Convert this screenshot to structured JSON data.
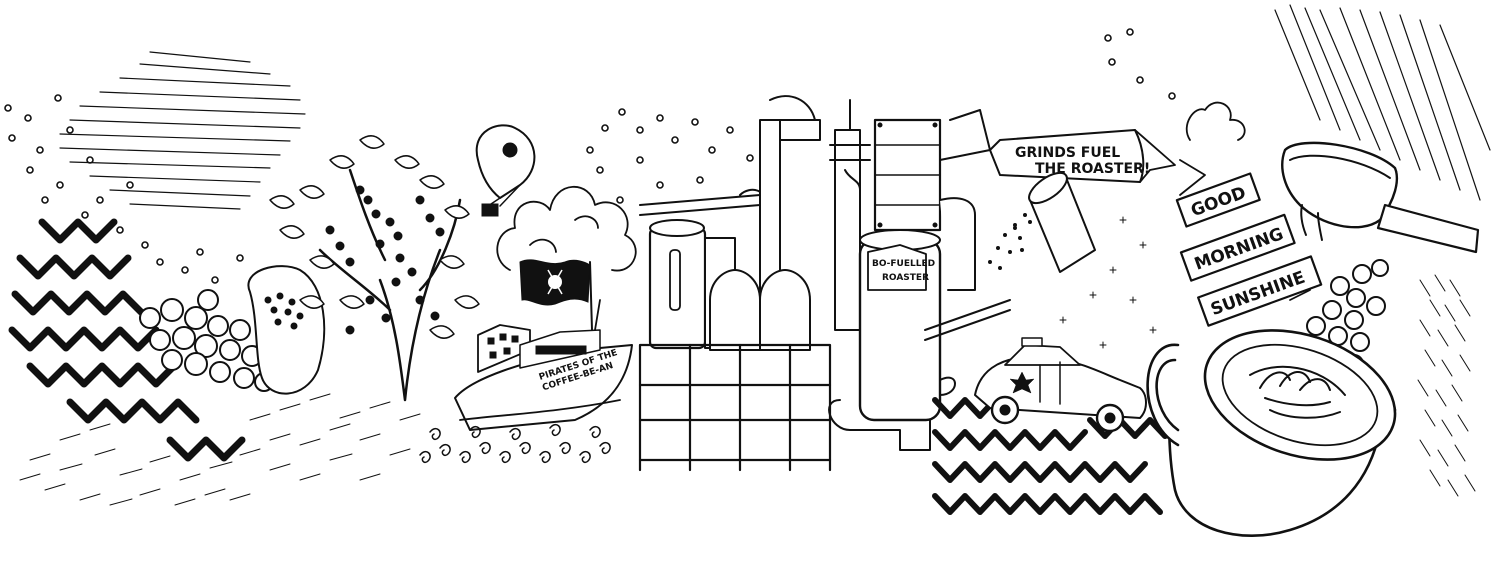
{
  "illustration": {
    "banner_grinds_line1": "GRINDS FUEL",
    "banner_grinds_line2": "THE ROASTER!",
    "ship_name_line1": "PIRATES OF THE",
    "ship_name_line2": "COFFEE-BE-AN",
    "roaster_label_line1": "BO-FUELLED",
    "roaster_label_line2": "ROASTER",
    "sign_good": "GOOD",
    "sign_morning": "MORNING",
    "sign_sunshine": "SUNSHINE"
  },
  "colors": {
    "ink": "#111111",
    "paper": "#ffffff"
  }
}
